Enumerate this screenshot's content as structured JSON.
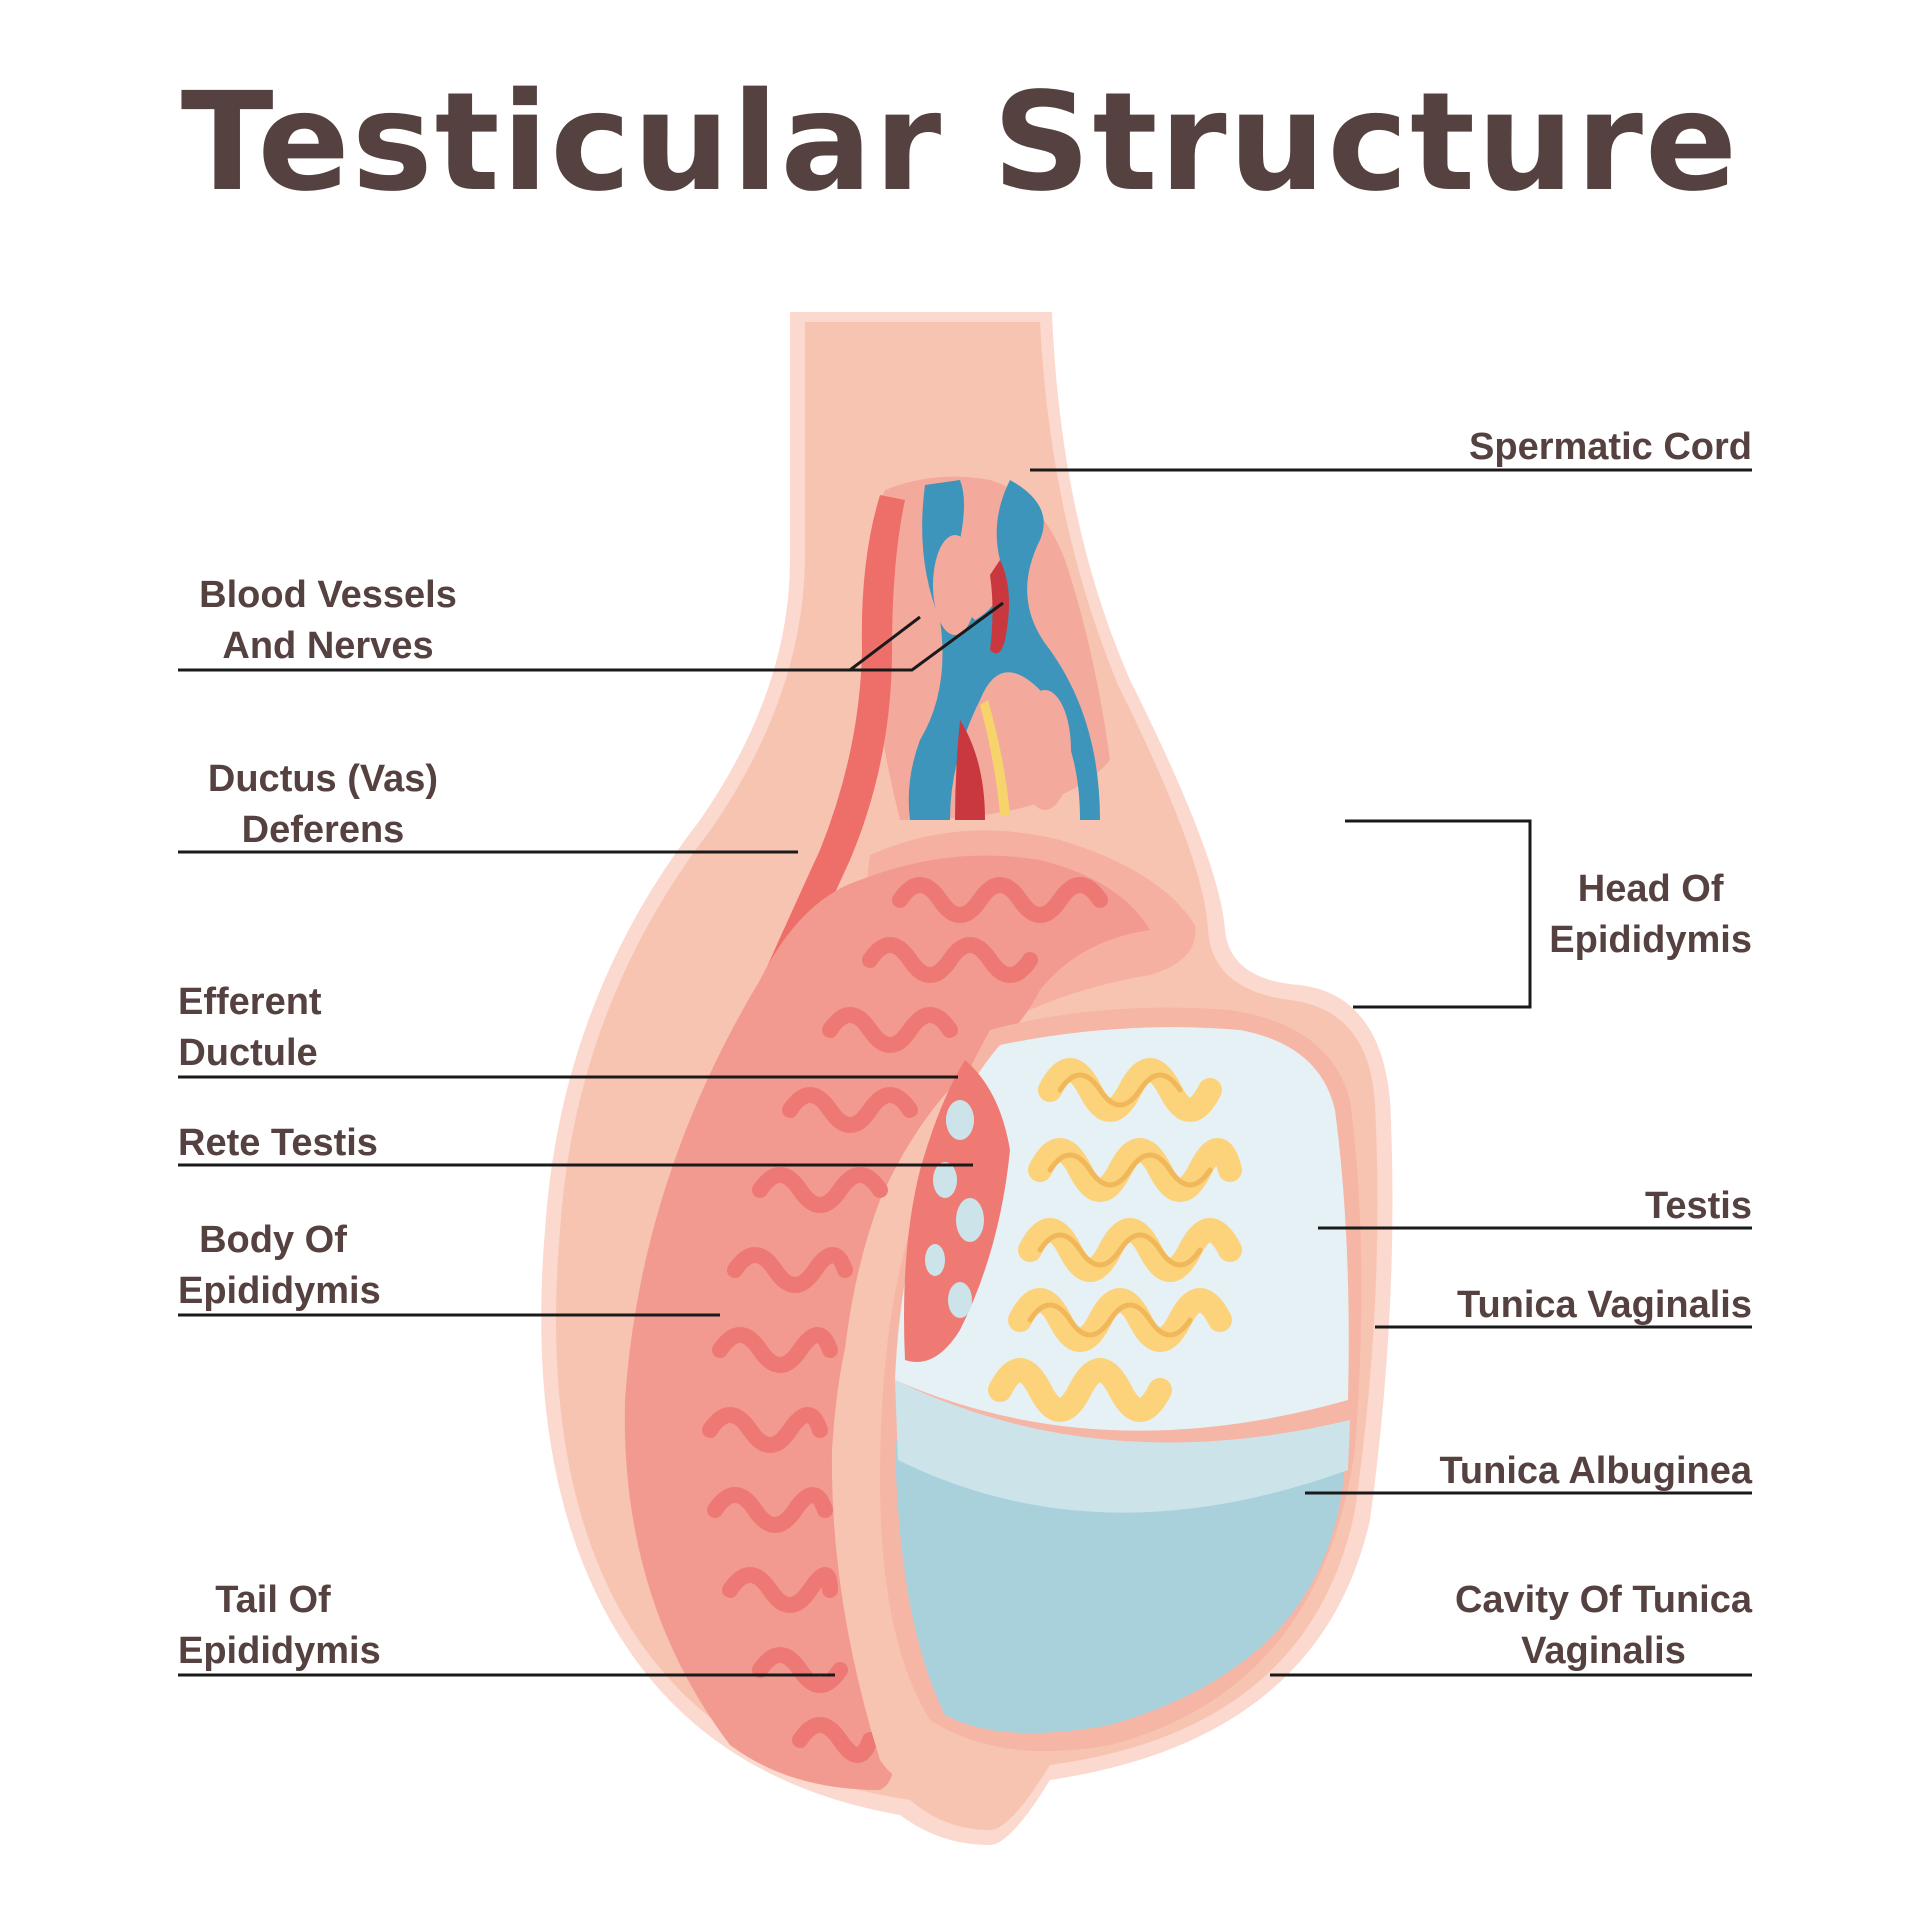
{
  "title": "Testicular Structure",
  "labels": {
    "spermatic_cord": "Spermatic Cord",
    "blood_vessels": [
      "Blood Vessels",
      "And Nerves"
    ],
    "ductus_deferens": [
      "Ductus (Vas)",
      "Deferens"
    ],
    "head_of_epididymis": [
      "Head Of",
      "Epididymis"
    ],
    "efferent_ductule": [
      "Efferent",
      "Ductule"
    ],
    "rete_testis": "Rete Testis",
    "testis": "Testis",
    "body_of_epididymis": [
      "Body Of",
      "Epididymis"
    ],
    "tunica_vaginalis": "Tunica Vaginalis",
    "tunica_albuginea": "Tunica Albuginea",
    "tail_of_epididymis": [
      "Tail Of",
      "Epididymis"
    ],
    "cavity_of_tunica_vaginalis": [
      "Cavity Of Tunica",
      "Vaginalis"
    ]
  },
  "colors": {
    "text": "#554240",
    "leader_line": "#1a1a1a",
    "skin_outer": "#fbd9cf",
    "skin": "#f8c4b2",
    "epididymis": "#f29a90",
    "tubule": "#ee7874",
    "vas_deferens": "#ee6e6a",
    "vein": "#3e95bb",
    "artery": "#c9383e",
    "nerve": "#f7d36b",
    "testis_lobule": "#fcd27a",
    "tunica_light": "#e6f1f6",
    "tunica_mid": "#cde3ea",
    "cavity": "#a9d1dc",
    "rete": "#ef7a74"
  }
}
